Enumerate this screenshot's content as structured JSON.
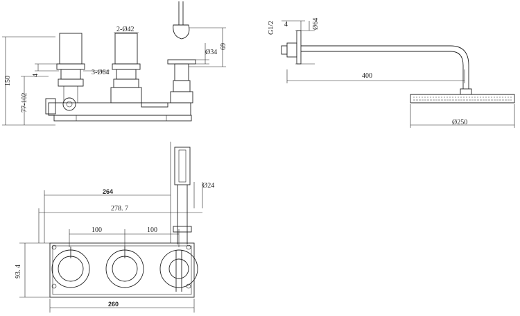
{
  "top_left_view": {
    "dims": {
      "d_2x42": "2-Ø42",
      "d_3x64": "3-Ø64",
      "d_34": "Ø34",
      "h_69": "69",
      "h_150": "150",
      "h_77_102": "77-102",
      "h_4": "4"
    }
  },
  "top_right_view": {
    "dims": {
      "g12": "G1/2",
      "d_4": "4",
      "d_64": "Ø64",
      "l_400": "400",
      "d_250": "Ø250"
    }
  },
  "bottom_view": {
    "dims": {
      "d_24": "Ø24",
      "w_264": "264",
      "w_278_7": "278. 7",
      "s_100_a": "100",
      "s_100_b": "100",
      "h_93_4": "93. 4",
      "w_260": "260"
    }
  }
}
